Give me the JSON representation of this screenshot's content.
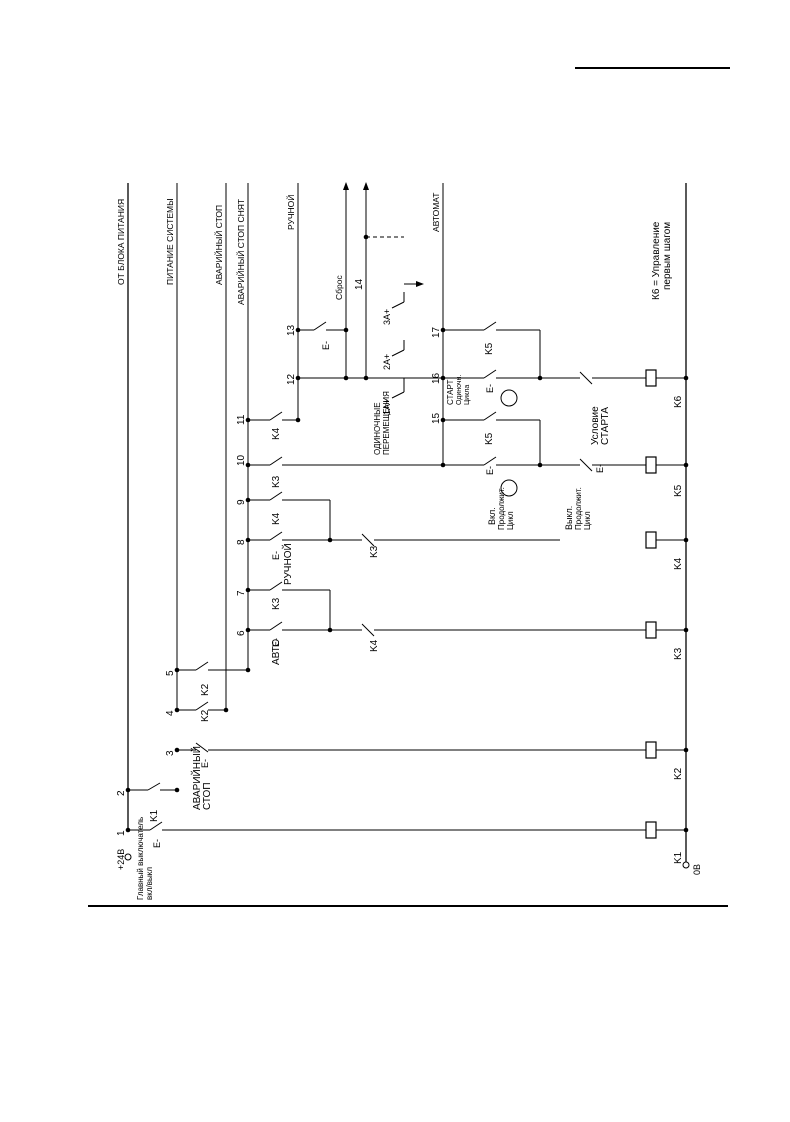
{
  "labels": {
    "power_from_supply": "ОТ БЛОКА ПИТАНИЯ",
    "system_power": "ПИТАНИЕ СИСТЕМЫ",
    "estop_line": "АВАРИЙНЫЙ СТОП",
    "estop_reset": "АВАРИЙНЫЙ СТОП СНЯТ",
    "manual_line": "РУЧНОЙ",
    "auto_line": "АВТОМАТ",
    "reset": "Сброс",
    "single_moves_1": "ОДИНОЧНЫЕ",
    "single_moves_2": "ПЕРЕМЕЩЕНИЯ",
    "voltage_pos": "+24В",
    "voltage_zero": "0В",
    "main_switch_1": "Главный выключатель",
    "main_switch_2": "вкл/выкл",
    "estop_1": "АВАРИЙНЫЙ",
    "estop_2": "СТОП",
    "auto_btn": "АВТО",
    "manual_btn": "РУЧНОЙ",
    "on_1": "Вкл.",
    "on_2": "Продолжит.",
    "on_3": "Цикл",
    "off_1": "Выкл.",
    "off_2": "Продолжит.",
    "off_3": "Цикл",
    "start_1": "СТАРТ",
    "start_2": "Одиночн.",
    "start_3": "Цикла",
    "start_cond_1": "Условие",
    "start_cond_2": "СТАРТА",
    "k6_note_1": "К6 = Управление",
    "k6_note_2": "первым шагом",
    "move_1a": "1А+",
    "move_2a": "2А+",
    "move_3a": "3А+",
    "pb_symbol": "E-"
  },
  "nodes": [
    "1",
    "2",
    "3",
    "4",
    "5",
    "6",
    "7",
    "8",
    "9",
    "10",
    "11",
    "12",
    "13",
    "14",
    "15",
    "16",
    "17"
  ],
  "relays": [
    "K1",
    "K2",
    "K3",
    "K4",
    "K5",
    "K6"
  ]
}
